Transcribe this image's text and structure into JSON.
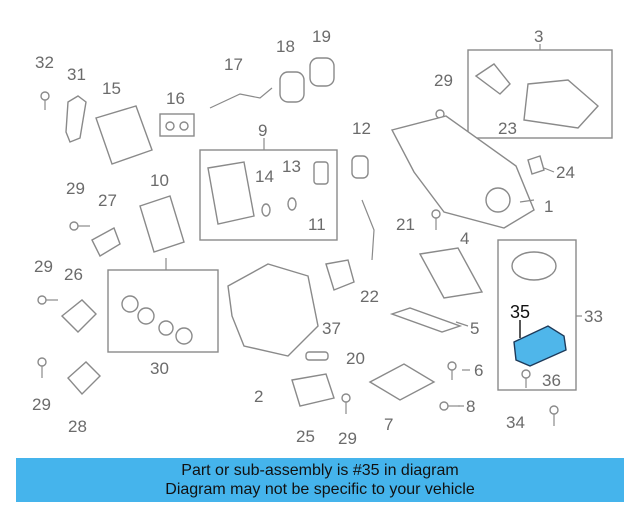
{
  "callouts": [
    "32",
    "31",
    "15",
    "16",
    "17",
    "18",
    "19",
    "3",
    "29",
    "23",
    "9",
    "14",
    "13",
    "11",
    "12",
    "10",
    "29",
    "27",
    "1",
    "24",
    "21",
    "4",
    "29",
    "26",
    "22",
    "33",
    "35",
    "37",
    "5",
    "30",
    "20",
    "6",
    "2",
    "36",
    "29",
    "7",
    "8",
    "28",
    "25",
    "29",
    "34"
  ],
  "highlight_color": "#4fb6ea",
  "banner": {
    "line1": "Part or sub-assembly is #35 in diagram",
    "line2": "Diagram may not be specific to your vehicle",
    "color": "#45b4ec"
  }
}
